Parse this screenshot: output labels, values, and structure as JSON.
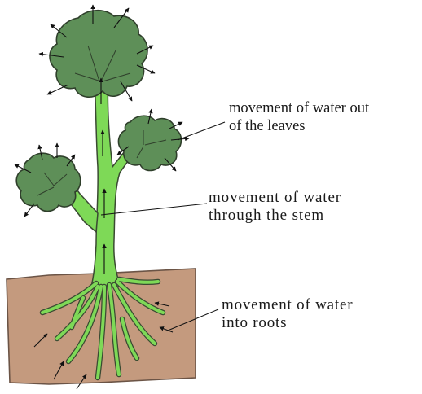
{
  "labels": {
    "leaves": {
      "line1": "movement of water out",
      "line2": "of the leaves"
    },
    "stem": {
      "line1": "movement of water",
      "line2": "through the stem"
    },
    "roots": {
      "line1": "movement of water",
      "line2": "into roots"
    }
  },
  "colors": {
    "soil": "#C49A7E",
    "soil_edge": "#6B5446",
    "stem": "#7ED957",
    "stem_outline": "#3A4A32",
    "canopy": "#5E8F58",
    "canopy_outline": "#2F3F2B",
    "arrow": "#111111"
  }
}
